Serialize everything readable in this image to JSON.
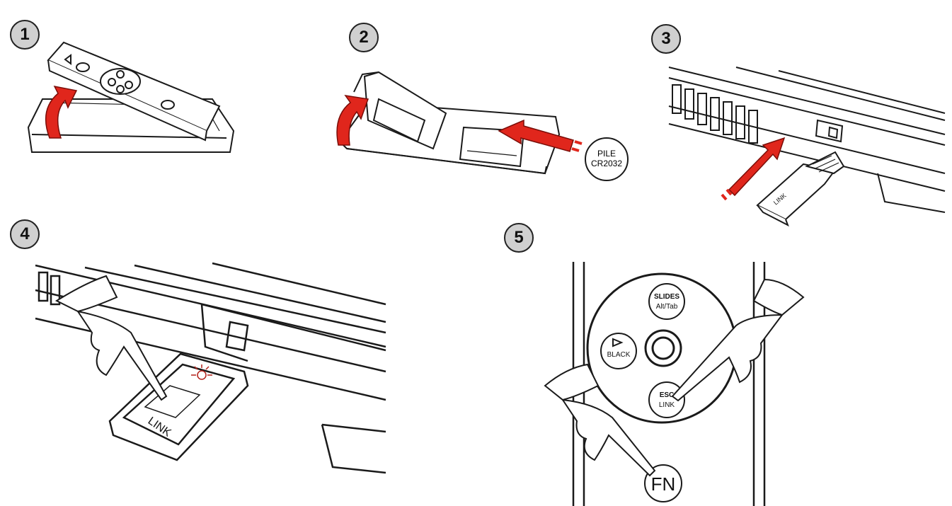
{
  "steps": [
    {
      "number": "1"
    },
    {
      "number": "2",
      "battery_label_line1": "PILE",
      "battery_label_line2": "CR2032"
    },
    {
      "number": "3",
      "dongle_label": "LINK"
    },
    {
      "number": "4",
      "dongle_label": "LINK"
    },
    {
      "number": "5",
      "button_slides_line1": "SLIDES",
      "button_slides_line2": "Alt/Tab",
      "button_black": "BLACK",
      "button_esc_line1": "ESC",
      "button_esc_line2": "LINK",
      "button_fn": "FN"
    }
  ],
  "colors": {
    "arrow": "#e0261c",
    "line": "#1a1a1a",
    "badge": "#d0d0d0"
  }
}
